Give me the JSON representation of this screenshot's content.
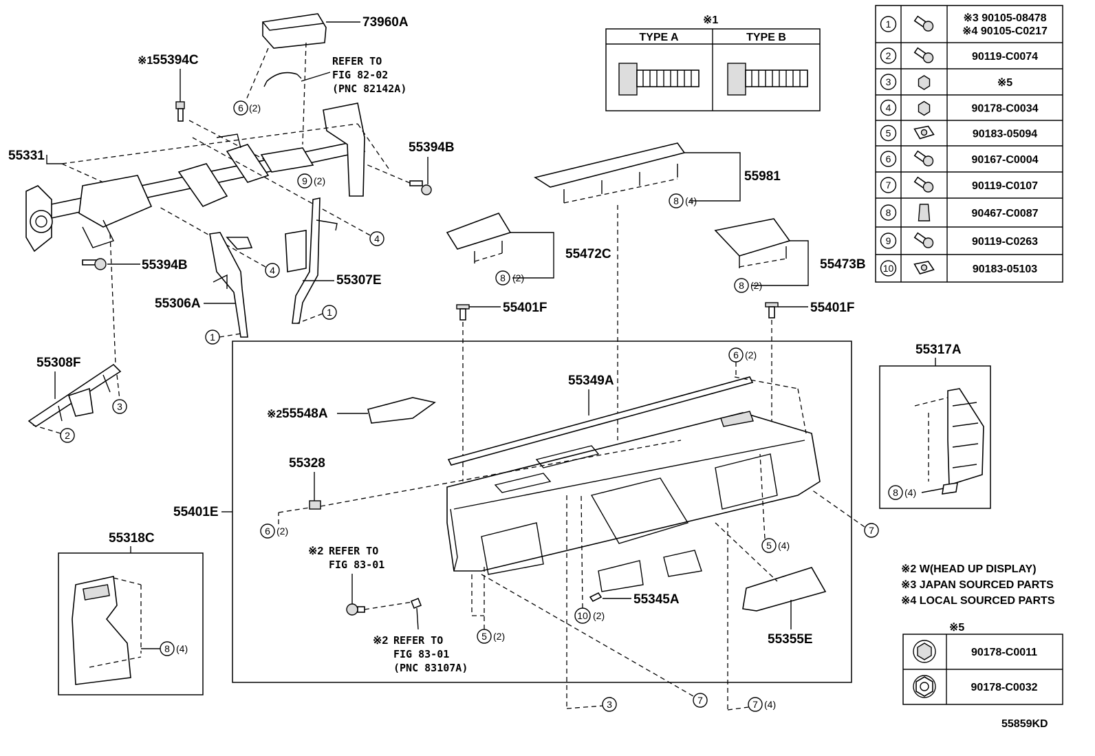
{
  "diagram_code": "55859KD",
  "parts": {
    "p73960A": "73960A",
    "p55394C": "55394C",
    "p55394C_mark": "※1",
    "p55331": "55331",
    "p55394B_top": "55394B",
    "p55394B_left": "55394B",
    "p55306A": "55306A",
    "p55307E": "55307E",
    "p55308F": "55308F",
    "p55981": "55981",
    "p55472C": "55472C",
    "p55473B": "55473B",
    "p55401F_left": "55401F",
    "p55401F_right": "55401F",
    "p55317A": "55317A",
    "p55349A": "55349A",
    "p55548A": "55548A",
    "p55548A_mark": "※2",
    "p55328": "55328",
    "p55401E": "55401E",
    "p55318C": "55318C",
    "p55345A": "55345A",
    "p55355E": "55355E"
  },
  "refs": {
    "fig82_line1": "REFER TO",
    "fig82_line2": "FIG 82-02",
    "fig82_line3": "(PNC 82142A)",
    "fig83a_mark": "※2",
    "fig83a_line1": "REFER TO",
    "fig83a_line2": "FIG 83-01",
    "fig83b_mark": "※2",
    "fig83b_line1": "REFER TO",
    "fig83b_line2": "FIG 83-01",
    "fig83b_line3": "(PNC 83107A)"
  },
  "callouts": {
    "c6_top": {
      "num": "6",
      "qty": "(2)"
    },
    "c9": {
      "num": "9",
      "qty": "(2)"
    },
    "c4_a": {
      "num": "4",
      "qty": ""
    },
    "c4_b": {
      "num": "4",
      "qty": ""
    },
    "c1_a": {
      "num": "1",
      "qty": ""
    },
    "c1_b": {
      "num": "1",
      "qty": ""
    },
    "c3_left": {
      "num": "3",
      "qty": ""
    },
    "c2_left": {
      "num": "2",
      "qty": ""
    },
    "c8_55981": {
      "num": "8",
      "qty": "(4)"
    },
    "c8_55472C": {
      "num": "8",
      "qty": "(2)"
    },
    "c8_55473B": {
      "num": "8",
      "qty": "(2)"
    },
    "c6_right": {
      "num": "6",
      "qty": "(2)"
    },
    "c8_55317A": {
      "num": "8",
      "qty": "(4)"
    },
    "c7_right": {
      "num": "7",
      "qty": ""
    },
    "c6_left": {
      "num": "6",
      "qty": "(2)"
    },
    "c5_right": {
      "num": "5",
      "qty": "(4)"
    },
    "c10": {
      "num": "10",
      "qty": "(2)"
    },
    "c5_bottom": {
      "num": "5",
      "qty": "(2)"
    },
    "c8_55318C": {
      "num": "8",
      "qty": "(4)"
    },
    "c3_bottom": {
      "num": "3",
      "qty": ""
    },
    "c7_bottom": {
      "num": "7",
      "qty": ""
    },
    "c7_bottom4": {
      "num": "7",
      "qty": "(4)"
    }
  },
  "type_table": {
    "mark": "※1",
    "type_a": "TYPE A",
    "type_b": "TYPE B"
  },
  "fastener_table": [
    {
      "num": "1",
      "code_lines": [
        "※3 90105-08478",
        "※4 90105-C0217"
      ],
      "icon": "bolt-washer-icon"
    },
    {
      "num": "2",
      "code_lines": [
        "90119-C0074"
      ],
      "icon": "bolt-icon"
    },
    {
      "num": "3",
      "code_lines": [
        "※5"
      ],
      "icon": "nut-icon"
    },
    {
      "num": "4",
      "code_lines": [
        "90178-C0034"
      ],
      "icon": "nut-icon"
    },
    {
      "num": "5",
      "code_lines": [
        "90183-05094"
      ],
      "icon": "clip-nut-icon"
    },
    {
      "num": "6",
      "code_lines": [
        "90167-C0004"
      ],
      "icon": "screw-icon"
    },
    {
      "num": "7",
      "code_lines": [
        "90119-C0107"
      ],
      "icon": "bolt-icon"
    },
    {
      "num": "8",
      "code_lines": [
        "90467-C0087"
      ],
      "icon": "clip-icon"
    },
    {
      "num": "9",
      "code_lines": [
        "90119-C0263"
      ],
      "icon": "bolt-icon"
    },
    {
      "num": "10",
      "code_lines": [
        "90183-05103"
      ],
      "icon": "clip-nut-icon"
    }
  ],
  "notes": [
    "※2 W(HEAD UP DISPLAY)",
    "※3 JAPAN SOURCED PARTS",
    "※4 LOCAL SOURCED PARTS"
  ],
  "nut_table": {
    "mark": "※5",
    "rows": [
      {
        "code": "90178-C0011",
        "icon": "hex-nut-icon"
      },
      {
        "code": "90178-C0032",
        "icon": "hex-nut-icon"
      }
    ]
  }
}
